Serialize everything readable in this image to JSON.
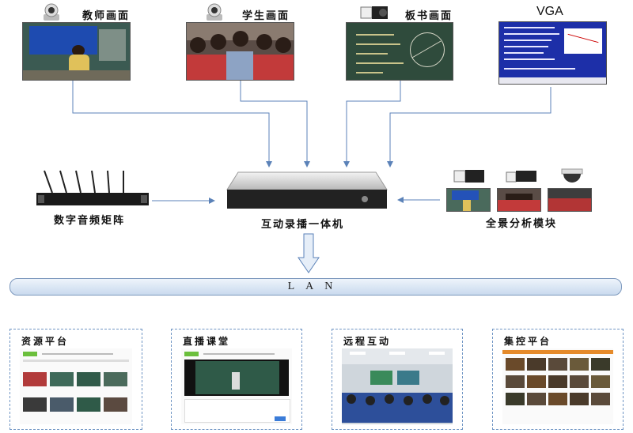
{
  "sources": {
    "teacher": {
      "label": "教师画面",
      "icon": "ptz-camera-icon"
    },
    "student": {
      "label": "学生画面",
      "icon": "ptz-camera-icon"
    },
    "board": {
      "label": "板书画面",
      "icon": "box-camera-icon"
    },
    "vga": {
      "label": "VGA",
      "icon": "projector-slide"
    }
  },
  "devices": {
    "audio_matrix": {
      "label": "数字音频矩阵",
      "icon": "router-icon"
    },
    "recorder": {
      "label": "互动录播一体机",
      "icon": "recorder-box-icon"
    },
    "analysis": {
      "label": "全景分析模块",
      "icon": "camera-set-icon"
    }
  },
  "network": {
    "label": "LAN"
  },
  "platforms": [
    {
      "label": "资源平台"
    },
    {
      "label": "直播课堂"
    },
    {
      "label": "远程互动"
    },
    {
      "label": "集控平台"
    }
  ],
  "colors": {
    "arrow": "#5b82b8",
    "lan_border": "#7c98bd",
    "panel_border": "#6f95c4",
    "board": "#2f4b3c"
  }
}
